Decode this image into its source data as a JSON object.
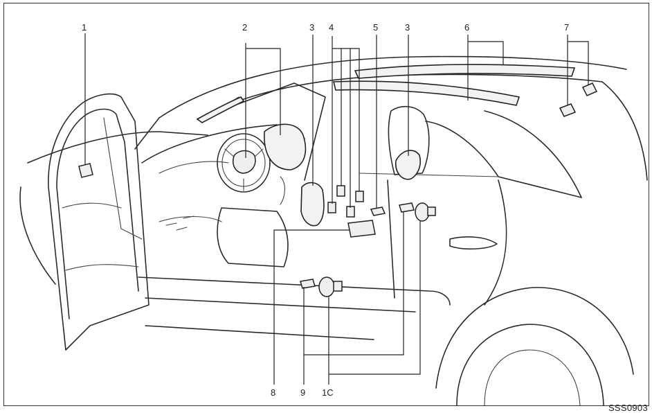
{
  "figure_code": "SSS0903",
  "callouts": [
    {
      "id": "callout-1",
      "label": "1"
    },
    {
      "id": "callout-2",
      "label": "2"
    },
    {
      "id": "callout-3a",
      "label": "3"
    },
    {
      "id": "callout-4",
      "label": "4"
    },
    {
      "id": "callout-5",
      "label": "5"
    },
    {
      "id": "callout-3b",
      "label": "3"
    },
    {
      "id": "callout-6",
      "label": "6"
    },
    {
      "id": "callout-7",
      "label": "7"
    },
    {
      "id": "callout-8",
      "label": "8"
    },
    {
      "id": "callout-9",
      "label": "9"
    },
    {
      "id": "callout-10",
      "label": "1C"
    }
  ]
}
